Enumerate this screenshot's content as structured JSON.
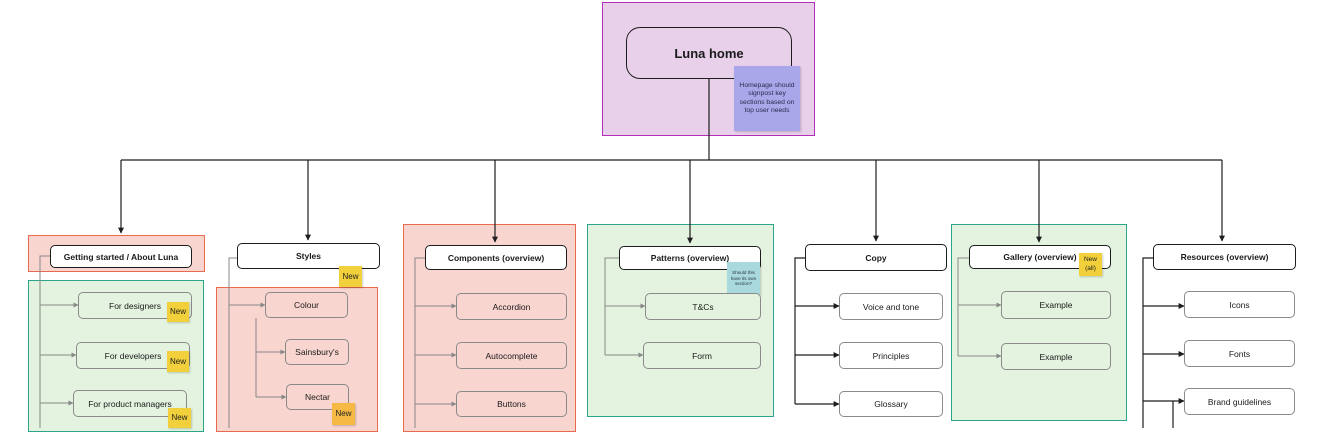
{
  "root": {
    "title": "Luna home",
    "note": "Homepage should signpost key sections based on top user needs"
  },
  "sections": {
    "getting_started": {
      "title": "Getting started / About Luna",
      "items": [
        "For designers",
        "For developers",
        "For product managers"
      ],
      "tags": [
        "New",
        "New",
        "New"
      ]
    },
    "styles": {
      "title": "Styles",
      "tag": "New",
      "items": [
        "Colour",
        "Sainsbury's",
        "Nectar"
      ],
      "item_tag": "New"
    },
    "components": {
      "title": "Components (overview)",
      "items": [
        "Accordion",
        "Autocomplete",
        "Buttons"
      ]
    },
    "patterns": {
      "title": "Patterns (overview)",
      "note": "Should this have its own section?",
      "items": [
        "T&Cs",
        "Form"
      ]
    },
    "copy": {
      "title": "Copy",
      "items": [
        "Voice and tone",
        "Principles",
        "Glossary"
      ]
    },
    "gallery": {
      "title": "Gallery (overview)",
      "tag": "New (all)",
      "items": [
        "Example",
        "Example"
      ]
    },
    "resources": {
      "title": "Resources (overview)",
      "items": [
        "Icons",
        "Fonts",
        "Brand guidelines"
      ]
    }
  },
  "colors": {
    "root_frame": "#e8d0ea",
    "red_frame": "#f9d5d0",
    "green_frame": "#e4f3df",
    "sticky_yellow": "#f2d03b",
    "sticky_orange": "#f5b944",
    "sticky_purple": "#aaa6ea",
    "sticky_teal": "#a9d8dd"
  }
}
